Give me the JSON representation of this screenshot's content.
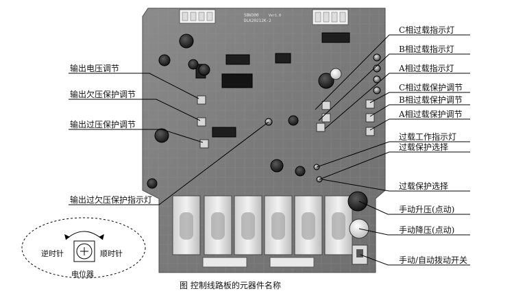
{
  "left_labels": [
    "输出电压调节",
    "输出欠压保护调节",
    "输出过压保护调节",
    "输出过欠压保护指示灯"
  ],
  "right_labels": [
    "C相过载指示灯",
    "B相过载指示灯",
    "A相过载指示灯",
    "C相过载保护调节",
    "B相过载保护调节",
    "A相过载保护调节",
    "过载工作指示灯",
    "过载保护选择",
    "过载保护选择",
    "手动升压(点动)",
    "手动降压(点动)",
    "手动/自动拨动开关"
  ],
  "board_text": {
    "model": "SBW300",
    "version": "Ver1.0",
    "pcb_code": "DLK20212K-2"
  },
  "potentiometer_inset": {
    "ccw_label": "逆时针",
    "cw_label": "顺时针",
    "name": "电位器"
  },
  "caption": "图 控制线路板的元器件名称"
}
